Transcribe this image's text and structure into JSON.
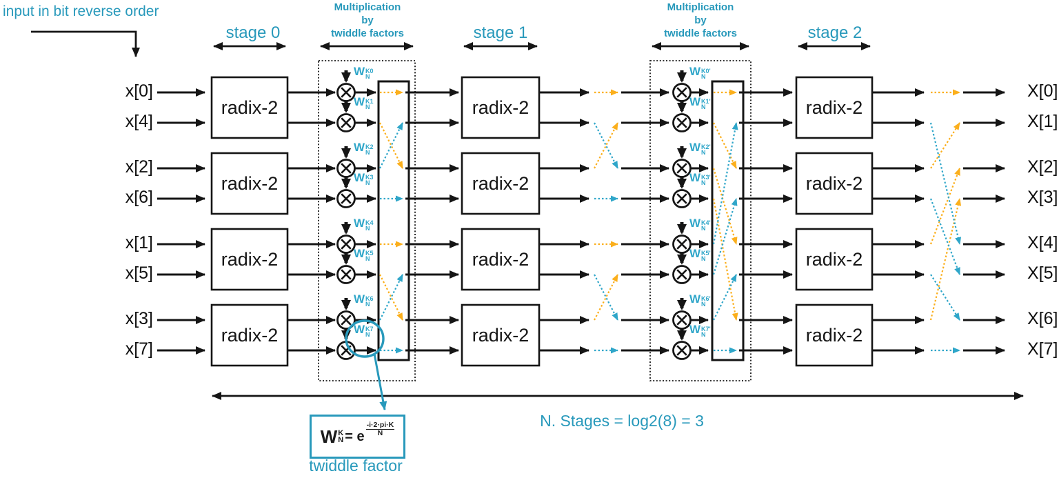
{
  "note": "input in bit reverse order",
  "inputs": [
    "x[0]",
    "x[4]",
    "x[2]",
    "x[6]",
    "x[1]",
    "x[5]",
    "x[3]",
    "x[7]"
  ],
  "outputs": [
    "X[0]",
    "X[1]",
    "X[2]",
    "X[3]",
    "X[4]",
    "X[5]",
    "X[6]",
    "X[7]"
  ],
  "stages": [
    {
      "label": "stage 0"
    },
    {
      "label": "stage 1"
    },
    {
      "label": "stage 2"
    }
  ],
  "box_label": "radix-2",
  "mult_label": "Multiplication\nby\ntwiddle factors",
  "twiddle_sets": [
    {
      "base": "W",
      "sub": "N",
      "sups": [
        "K0",
        "K1",
        "K2",
        "K3",
        "K4",
        "K5",
        "K6",
        "K7"
      ]
    },
    {
      "base": "W",
      "sub": "N",
      "sups": [
        "K0'",
        "K1'",
        "K2'",
        "K3'",
        "K4'",
        "K5'",
        "K6'",
        "K7'"
      ]
    }
  ],
  "bottom_label": "N. Stages = log2(8) = 3",
  "formula": {
    "base": "W",
    "sup": "K",
    "sub": "N",
    "equals": "= e",
    "numerator": "-i·2·pi·K",
    "denominator": "N"
  },
  "formula_caption": "twiddle factor",
  "colors": {
    "teal": "#2899bb",
    "blue": "#2fa6c9",
    "yellow": "#fbaf1c",
    "black": "#151515"
  },
  "permutations": {
    "shuffle1": [
      [
        1,
        1,
        "y"
      ],
      [
        2,
        3,
        "y"
      ],
      [
        3,
        2,
        "b"
      ],
      [
        4,
        4,
        "b"
      ],
      [
        5,
        5,
        "y"
      ],
      [
        6,
        7,
        "y"
      ],
      [
        7,
        6,
        "b"
      ],
      [
        8,
        8,
        "b"
      ]
    ],
    "crossing2": [
      [
        1,
        1,
        "y"
      ],
      [
        2,
        3,
        "b"
      ],
      [
        3,
        2,
        "y"
      ],
      [
        4,
        4,
        "b"
      ],
      [
        5,
        5,
        "y"
      ],
      [
        6,
        7,
        "b"
      ],
      [
        7,
        6,
        "y"
      ],
      [
        8,
        8,
        "b"
      ]
    ],
    "shuffle2": [
      [
        1,
        1,
        "y"
      ],
      [
        2,
        3,
        "y"
      ],
      [
        3,
        5,
        "y"
      ],
      [
        4,
        7,
        "y"
      ],
      [
        5,
        2,
        "b"
      ],
      [
        6,
        4,
        "b"
      ],
      [
        7,
        6,
        "b"
      ],
      [
        8,
        8,
        "b"
      ]
    ],
    "crossing3": [
      [
        1,
        1,
        "y"
      ],
      [
        3,
        2,
        "y"
      ],
      [
        5,
        3,
        "y"
      ],
      [
        7,
        4,
        "y"
      ],
      [
        2,
        5,
        "b"
      ],
      [
        4,
        6,
        "b"
      ],
      [
        6,
        7,
        "b"
      ],
      [
        8,
        8,
        "b"
      ]
    ]
  }
}
